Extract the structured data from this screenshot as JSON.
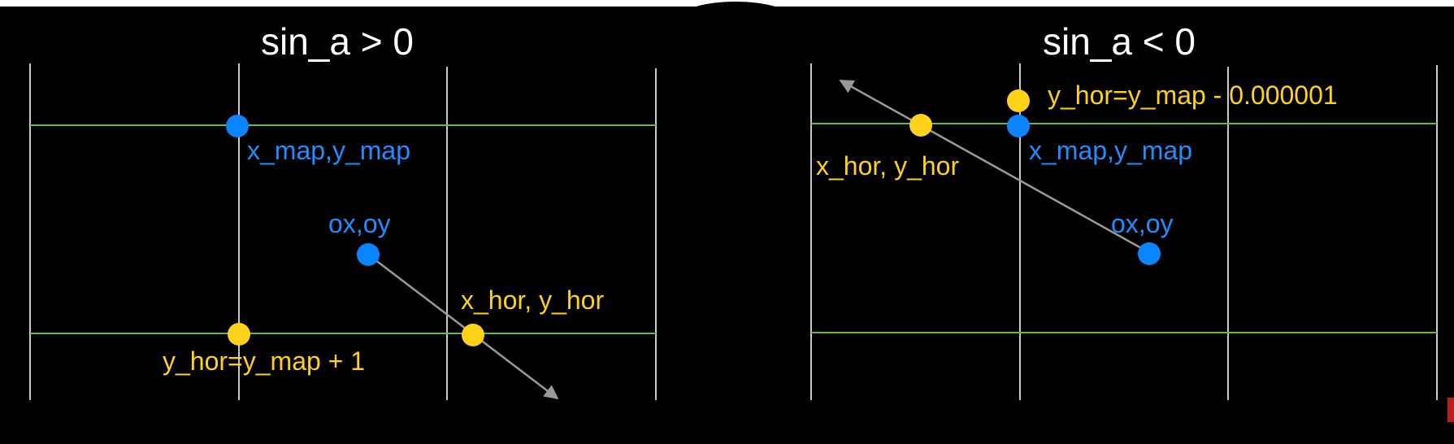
{
  "colors": {
    "background": "#000000",
    "grid_vertical": "#c8c8c8",
    "grid_horizontal": "#5fbf3a",
    "point_blue": "#0a84ff",
    "point_yellow": "#ffd21a",
    "label_blue": "#1f8fff",
    "label_yellow": "#ffd21a",
    "ray": "#9a9a9a",
    "badge": "#c0191e"
  },
  "panels": {
    "left": {
      "title": "sin_a > 0",
      "labels": {
        "map_point": "x_map,y_map",
        "origin": "ox,oy",
        "hit": "x_hor, y_hor",
        "formula": "y_hor=y_map + 1"
      }
    },
    "right": {
      "title": "sin_a < 0",
      "labels": {
        "formula": "y_hor=y_map - 0.000001",
        "hit": "x_hor, y_hor",
        "map_point": "x_map,y_map",
        "origin": "ox,oy"
      }
    }
  }
}
